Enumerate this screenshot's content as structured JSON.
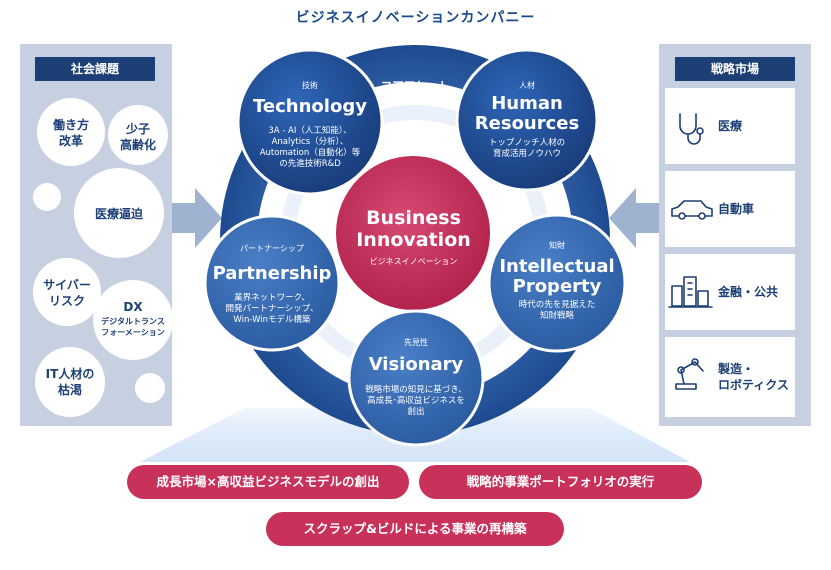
{
  "title": "ビジネスイノベーションカンパニー",
  "social": {
    "heading": "社会課題",
    "bubbles": [
      "働き方\n改革",
      "少子\n高齢化",
      "医療逼迫",
      "サイバー\nリスク",
      "DX",
      "デジタルトランス\nフォーメーション",
      "IT人材の\n枯渇"
    ]
  },
  "markets": {
    "heading": "戦略市場",
    "items": [
      {
        "label": "医療",
        "icon": "stethoscope-icon"
      },
      {
        "label": "自動車",
        "icon": "car-icon"
      },
      {
        "label": "金融・公共",
        "icon": "buildings-icon"
      },
      {
        "label": "製造・\nロボティクス",
        "icon": "robot-arm-icon"
      }
    ]
  },
  "ring_label": "コアアセット",
  "center": {
    "title": "Business\nInnovation",
    "subtitle": "ビジネスイノベーション"
  },
  "nodes": {
    "technology": {
      "small": "技術",
      "big": "Technology",
      "desc": "3A - AI（人工知能）、\nAnalytics（分析）、\nAutomation（自動化）等\nの先進技術R&D"
    },
    "human": {
      "small": "人材",
      "big": "Human\nResources",
      "desc": "トップノッチ人材の\n育成活用ノウハウ"
    },
    "intellectual": {
      "small": "知財",
      "big": "Intellectual\nProperty",
      "desc": "時代の先を見据えた\n知財戦略"
    },
    "visionary": {
      "small": "先見性",
      "big": "Visionary",
      "desc": "戦略市場の知見に基づき、\n高成長･高収益ビジネスを\n創出"
    },
    "partnership": {
      "small": "パートナーシップ",
      "big": "Partnership",
      "desc": "業界ネットワーク、\n開発パートナーシップ、\nWin-Winモデル構築"
    }
  },
  "outcomes": [
    "成長市場×高収益ビジネスモデルの創出",
    "戦略的事業ポートフォリオの実行",
    "スクラップ&ビルドによる事業の再構築"
  ],
  "colors": {
    "navy": "#1c3f75",
    "ring": "#2a5aa0",
    "crimson": "#c8325a",
    "panel": "#c6d0e0"
  }
}
